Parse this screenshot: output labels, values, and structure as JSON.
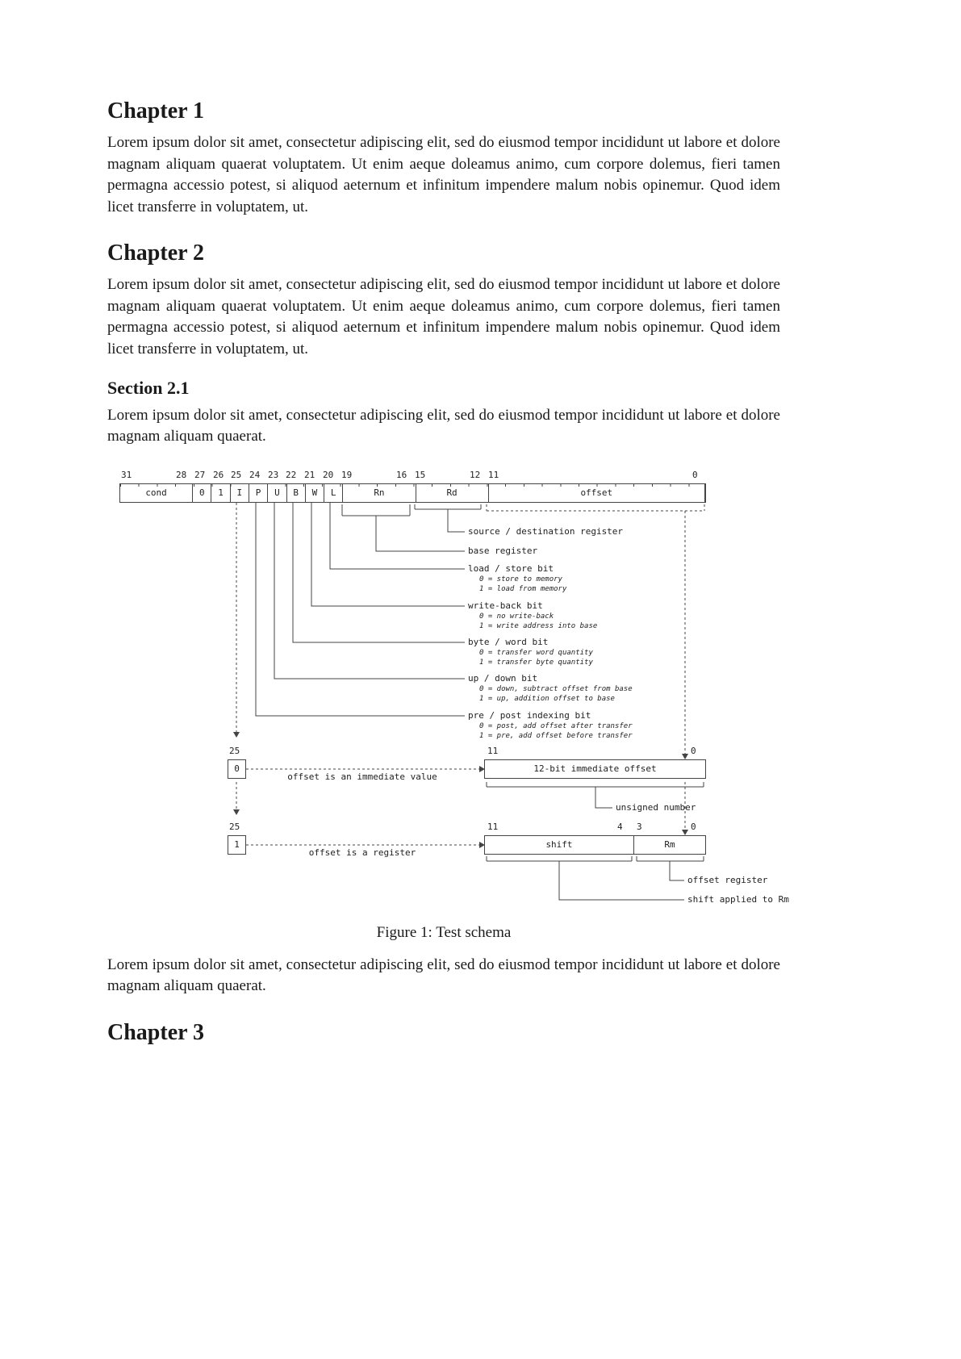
{
  "doc": {
    "chapter1_title": "Chapter 1",
    "chapter1_body": "Lorem ipsum dolor sit amet, consectetur adipiscing elit, sed do eiusmod tempor incididunt ut labore et dolore magnam aliquam quaerat voluptatem. Ut enim aeque doleamus animo, cum corpore dolemus, fieri tamen permagna accessio potest, si aliquod aeternum et infinitum impendere malum nobis opinemur. Quod idem licet transferre in voluptatem, ut.",
    "chapter2_title": "Chapter 2",
    "chapter2_body": "Lorem ipsum dolor sit amet, consectetur adipiscing elit, sed do eiusmod tempor incididunt ut labore et dolore magnam aliquam quaerat voluptatem. Ut enim aeque doleamus animo, cum corpore dolemus, fieri tamen permagna accessio potest, si aliquod aeternum et infinitum impendere malum nobis opinemur. Quod idem licet transferre in voluptatem, ut.",
    "section21_title": "Section 2.1",
    "section21_body": "Lorem ipsum dolor sit amet, consectetur adipiscing elit, sed do eiusmod tempor incididunt ut labore et dolore magnam aliquam quaerat.",
    "caption": "Figure 1: Test schema",
    "post_figure_body": "Lorem ipsum dolor sit amet, consectetur adipiscing elit, sed do eiusmod tempor incididunt ut labore et dolore magnam aliquam quaerat.",
    "chapter3_title": "Chapter 3"
  },
  "figure": {
    "ruler_bits": [
      "31",
      "28",
      "27",
      "26",
      "25",
      "24",
      "23",
      "22",
      "21",
      "20",
      "19",
      "16",
      "15",
      "12",
      "11",
      "0"
    ],
    "fields": [
      "cond",
      "0",
      "1",
      "I",
      "P",
      "U",
      "B",
      "W",
      "L",
      "Rn",
      "Rd",
      "offset"
    ],
    "annotations": [
      {
        "label": "source / destination register",
        "subs": []
      },
      {
        "label": "base register",
        "subs": []
      },
      {
        "label": "load / store bit",
        "subs": [
          "0 = store to memory",
          "1 = load from memory"
        ]
      },
      {
        "label": "write-back bit",
        "subs": [
          "0 = no write-back",
          "1 = write address into base"
        ]
      },
      {
        "label": "byte / word bit",
        "subs": [
          "0 = transfer word quantity",
          "1 = transfer byte quantity"
        ]
      },
      {
        "label": "up / down bit",
        "subs": [
          "0 = down, subtract offset from base",
          "1 = up, addition offset to base"
        ]
      },
      {
        "label": "pre / post indexing bit",
        "subs": [
          "0 = post, add offset after transfer",
          "1 = pre, add offset before transfer"
        ]
      }
    ],
    "immediate": {
      "bit": "25",
      "value": "0",
      "line_label": "offset is an immediate value",
      "box": "12-bit immediate offset",
      "bit_hi": "11",
      "bit_lo": "0",
      "brace_label": "unsigned number"
    },
    "register": {
      "bit": "25",
      "value": "1",
      "line_label": "offset is a register",
      "shift_box": "shift",
      "rm_box": "Rm",
      "bit_hi": "11",
      "bit4": "4",
      "bit3": "3",
      "bit_lo": "0",
      "offset_register_label": "offset register",
      "shift_applied_label": "shift applied to Rm"
    },
    "line_color": "#444444"
  }
}
